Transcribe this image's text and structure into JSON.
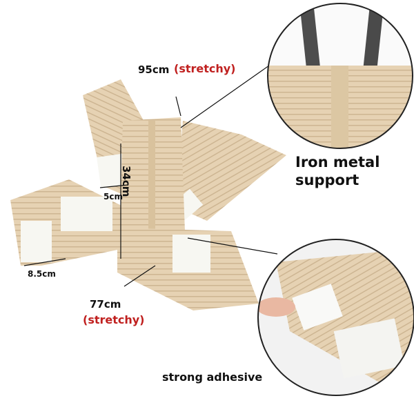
{
  "labels": {
    "top_length": "95cm",
    "top_stretchy": "(stretchy)",
    "back_length": "34cm",
    "strap_width": "5cm",
    "belt_width": "8.5cm",
    "bottom_length": "77cm",
    "bottom_stretchy": "(stretchy)",
    "iron_support": "Iron metal support",
    "adhesive": "strong adhesive"
  },
  "colors": {
    "fabric": "#e6d2b3",
    "stripe": "#cdb592",
    "velcro": "#f7f7f2",
    "accent_red": "#c0201f"
  }
}
